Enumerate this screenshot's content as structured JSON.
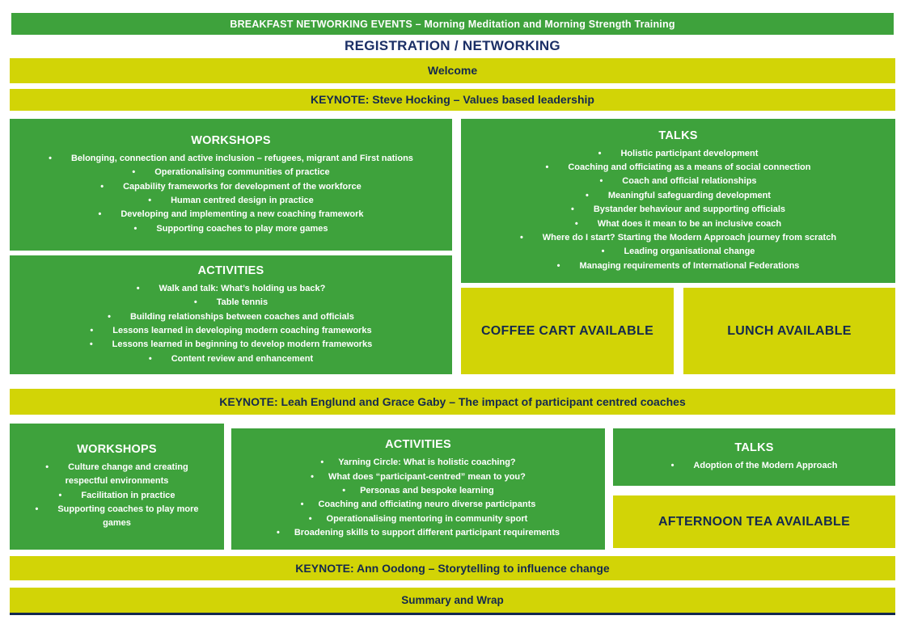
{
  "colors": {
    "green": "#3EA23C",
    "yellow": "#D2D406",
    "navy": "#14294E",
    "blue": "#1B2F66"
  },
  "icons": {
    "bullet": "•"
  },
  "header": {
    "banner": "BREAKFAST NETWORKING EVENTS – Morning Meditation and Morning Strength Training",
    "registration": "REGISTRATION / NETWORKING"
  },
  "bars": {
    "welcome": "Welcome",
    "keynote_1": "KEYNOTE: Steve Hocking – Values based leadership",
    "keynote_2": "KEYNOTE: Leah Englund and Grace Gaby – The impact of participant centred coaches",
    "keynote_3": "KEYNOTE: Ann Oodong – Storytelling to influence change",
    "summary": "Summary and Wrap"
  },
  "s1": {
    "workshops": {
      "title": "WORKSHOPS",
      "items": [
        "Belonging, connection and active inclusion – refugees, migrant and First nations",
        "Operationalising communities of practice",
        "Capability frameworks for development of the workforce",
        "Human centred design in practice",
        "Developing and implementing a new coaching framework",
        "Supporting coaches to play more games"
      ]
    },
    "talks": {
      "title": "TALKS",
      "items": [
        "Holistic participant development",
        "Coaching and officiating as a means of social connection",
        "Coach and official relationships",
        "Meaningful safeguarding development",
        "Bystander behaviour and supporting officials",
        "What does it mean to be an inclusive coach",
        "Where do I start? Starting the Modern Approach journey from scratch",
        "Leading organisational change",
        "Managing requirements of International Federations"
      ]
    },
    "activities": {
      "title": "ACTIVITIES",
      "items": [
        "Walk and talk: What’s holding us back?",
        "Table tennis",
        "Building relationships between coaches and officials",
        "Lessons learned in developing modern coaching frameworks",
        "Lessons learned in beginning to develop modern frameworks",
        "Content review and enhancement"
      ]
    },
    "coffee": "COFFEE CART AVAILABLE",
    "lunch": "LUNCH AVAILABLE"
  },
  "s2": {
    "workshops": {
      "title": "WORKSHOPS",
      "items": [
        "Culture change and creating respectful environments",
        "Facilitation in practice",
        "Supporting coaches to play more games"
      ]
    },
    "activities": {
      "title": "ACTIVITIES",
      "items": [
        "Yarning Circle: What is holistic coaching?",
        "What does “participant-centred” mean to you?",
        "Personas and bespoke learning",
        "Coaching and officiating neuro diverse participants",
        "Operationalising mentoring in community sport",
        "Broadening skills to support different participant requirements"
      ]
    },
    "talks": {
      "title": "TALKS",
      "items": [
        "Adoption of the Modern Approach"
      ]
    },
    "afternoon_tea": "AFTERNOON TEA AVAILABLE"
  }
}
